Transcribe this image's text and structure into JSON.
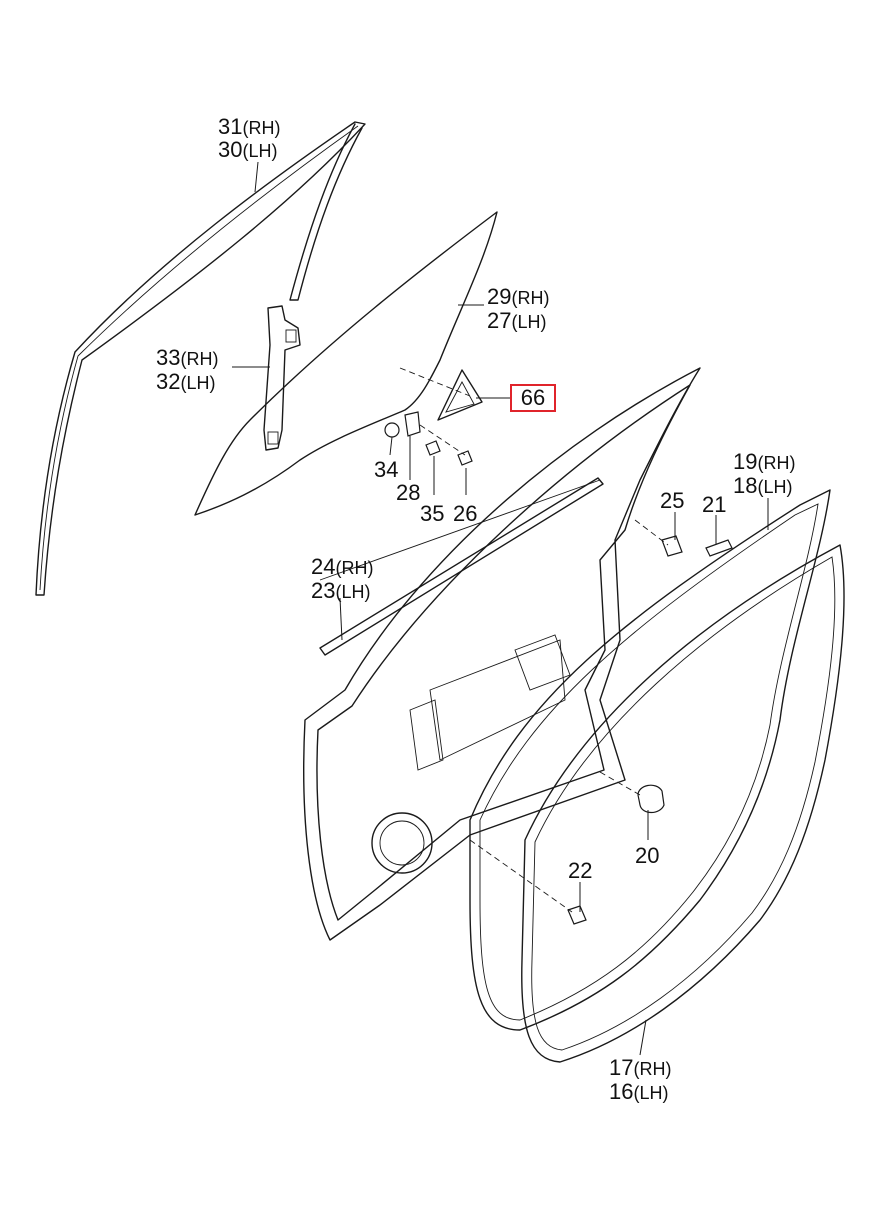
{
  "callouts": [
    {
      "id": "c31",
      "num": "31",
      "suffix": "(RH)"
    },
    {
      "id": "c30",
      "num": "30",
      "suffix": "(LH)"
    },
    {
      "id": "c29",
      "num": "29",
      "suffix": "(RH)"
    },
    {
      "id": "c27",
      "num": "27",
      "suffix": "(LH)"
    },
    {
      "id": "c33",
      "num": "33",
      "suffix": "(RH)"
    },
    {
      "id": "c32",
      "num": "32",
      "suffix": "(LH)"
    },
    {
      "id": "c66",
      "num": "66",
      "suffix": "",
      "highlighted": true,
      "highlight_color": "#e0242b"
    },
    {
      "id": "c34",
      "num": "34",
      "suffix": ""
    },
    {
      "id": "c28",
      "num": "28",
      "suffix": ""
    },
    {
      "id": "c35",
      "num": "35",
      "suffix": ""
    },
    {
      "id": "c26",
      "num": "26",
      "suffix": ""
    },
    {
      "id": "c25",
      "num": "25",
      "suffix": ""
    },
    {
      "id": "c21",
      "num": "21",
      "suffix": ""
    },
    {
      "id": "c19",
      "num": "19",
      "suffix": "(RH)"
    },
    {
      "id": "c18",
      "num": "18",
      "suffix": "(LH)"
    },
    {
      "id": "c24",
      "num": "24",
      "suffix": "(RH)"
    },
    {
      "id": "c23",
      "num": "23",
      "suffix": "(LH)"
    },
    {
      "id": "c20",
      "num": "20",
      "suffix": ""
    },
    {
      "id": "c22",
      "num": "22",
      "suffix": ""
    },
    {
      "id": "c17",
      "num": "17",
      "suffix": "(RH)"
    },
    {
      "id": "c16",
      "num": "16",
      "suffix": "(LH)"
    }
  ]
}
